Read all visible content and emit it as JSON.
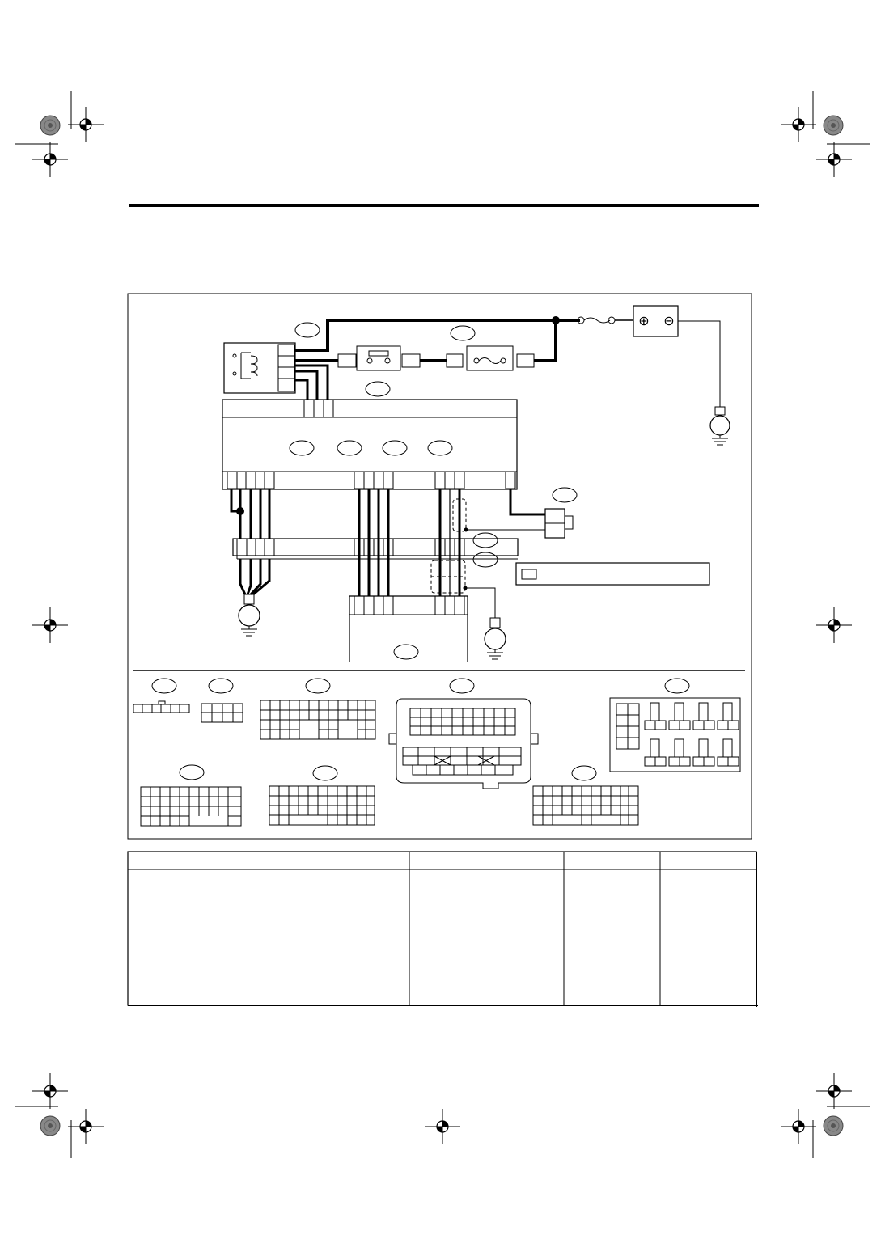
{
  "page": {
    "header_rule": "header-rule",
    "diagram_frame": "wiring-diagram",
    "battery": {
      "plus_symbol": "⊕",
      "minus_symbol": "⊖"
    },
    "legend_box": "legend",
    "table": {
      "columns": [
        "",
        "",
        "",
        ""
      ],
      "rows": [
        [
          "",
          "",
          "",
          ""
        ]
      ]
    }
  },
  "colors": {
    "ink": "#000000",
    "paper": "#ffffff",
    "grey": "#808080"
  },
  "icons": [
    "registration-crosshair-icon",
    "gray-target-icon",
    "ground-symbol-icon",
    "fuse-icon",
    "relay-coil-icon"
  ]
}
